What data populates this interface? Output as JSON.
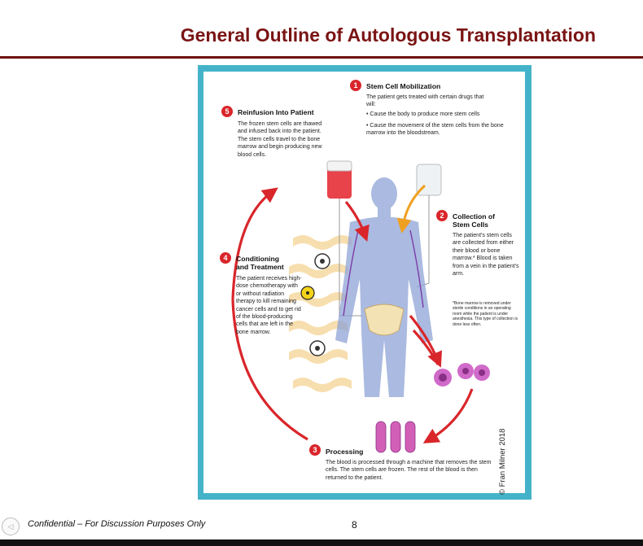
{
  "slide": {
    "title": "General Outline of Autologous Transplantation",
    "footer": "Confidential – For Discussion Purposes Only",
    "page_number": "8"
  },
  "colors": {
    "title": "#7a1414",
    "rule": "#6e1212",
    "frame": "#44b3c9",
    "step_badge": "#d9262b",
    "arrow": "#d9262b",
    "mobilization_arrow": "#f0a020",
    "body": "#8fa3d6"
  },
  "figure": {
    "steps": [
      {
        "number": "1",
        "title": "Stem Cell Mobilization",
        "text": "The patient gets treated with certain drugs that will:",
        "bullets": [
          "• Cause the body to produce more stem cells",
          "• Cause the movement of the stem cells from the bone marrow into the bloodstream."
        ]
      },
      {
        "number": "2",
        "title": "Collection of Stem Cells",
        "text": "The patient's stem cells are collected from either their blood or bone marrow.* Blood is taken from a vein in the patient's arm.",
        "footnote": "*Bone marrow is removed under sterile conditions in an operating room while the patient is under anesthesia. This type of collection is done less often."
      },
      {
        "number": "3",
        "title": "Processing",
        "text": "The blood is processed through a machine that removes the stem cells. The stem cells are frozen. The rest of the blood is then returned to the patient."
      },
      {
        "number": "4",
        "title": "Conditioning and Treatment",
        "text": "The patient receives high-dose chemotherapy with or without radiation therapy to kill remaining cancer cells and to get rid of the blood-producing cells that are left in the bone marrow."
      },
      {
        "number": "5",
        "title": "Reinfusion Into Patient",
        "text": "The frozen stem cells are thawed and infused back into the patient. The stem cells travel to the bone marrow and begin producing new blood cells."
      }
    ],
    "copyright": "© Fran Milner 2018",
    "icons": [
      "biohazard-icon",
      "radiation-icon",
      "iv-bag-icon",
      "human-body-icon",
      "pelvis-icon",
      "stem-cell-icon",
      "test-tube-icon",
      "heat-wave-icon"
    ]
  }
}
